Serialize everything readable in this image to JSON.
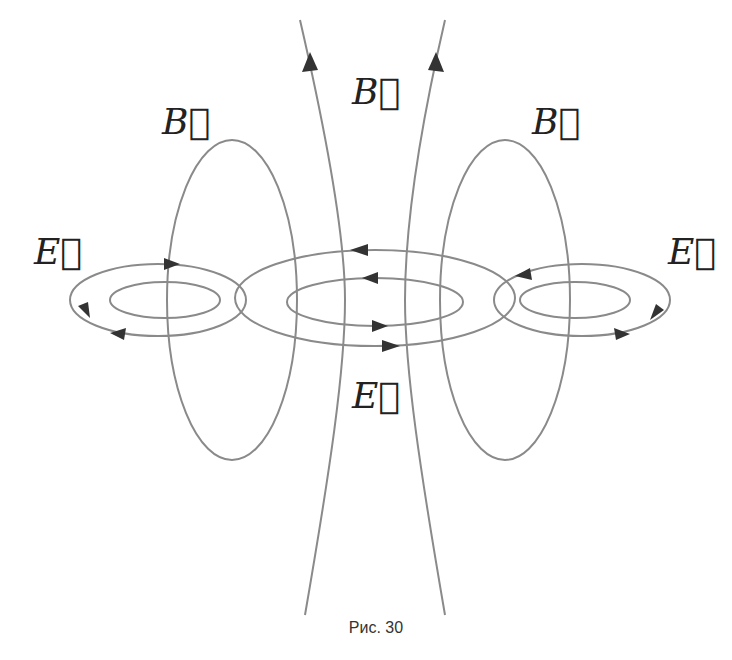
{
  "diagram": {
    "caption": "Рис. 30",
    "labels": [
      "B⃗",
      "B⃗",
      "B⃗",
      "E⃗",
      "E⃗",
      "E⃗"
    ]
  }
}
